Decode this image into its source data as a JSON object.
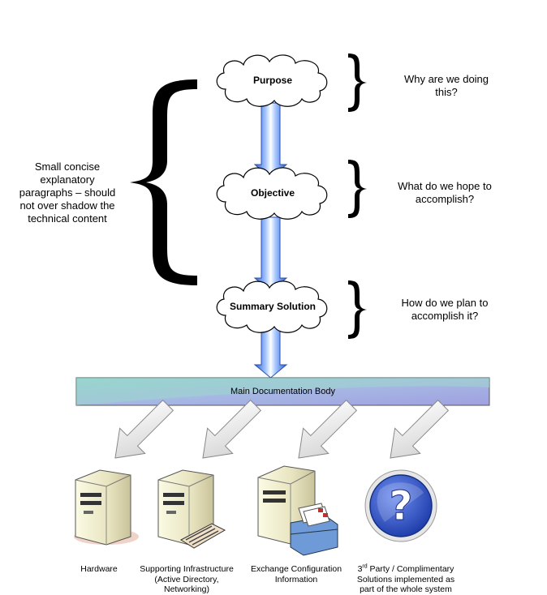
{
  "left_note": {
    "lines": [
      "Small concise",
      "explanatory",
      "paragraphs – should",
      "not over shadow the",
      "technical content"
    ]
  },
  "clouds": [
    {
      "label": "Purpose",
      "question_lines": [
        "Why are we doing",
        "this?"
      ]
    },
    {
      "label": "Objective",
      "question_lines": [
        "What do we hope to",
        "accomplish?"
      ]
    },
    {
      "label": "Summary Solution",
      "question_lines": [
        "How do we plan to",
        "accomplish it?"
      ]
    }
  ],
  "main_body": {
    "label": "Main Documentation Body"
  },
  "components": [
    {
      "icon": "server-icon",
      "lines": [
        "Hardware"
      ]
    },
    {
      "icon": "server-keyboard-icon",
      "lines": [
        "Supporting Infrastructure",
        "(Active Directory,",
        "Networking)"
      ]
    },
    {
      "icon": "server-mail-icon",
      "lines": [
        "Exchange Configuration",
        "Information"
      ]
    },
    {
      "icon": "question-mark-icon",
      "prefix": "3",
      "sup": "rd",
      "lines": [
        " Party / Complimentary",
        "Solutions implemented as",
        "part of the whole system"
      ]
    }
  ],
  "colors": {
    "arrow_blue": "#3a6fd8",
    "bar_purple": "#a8a8e0",
    "bar_teal": "#8fd0d0",
    "question_blue": "#2a4fc0"
  }
}
